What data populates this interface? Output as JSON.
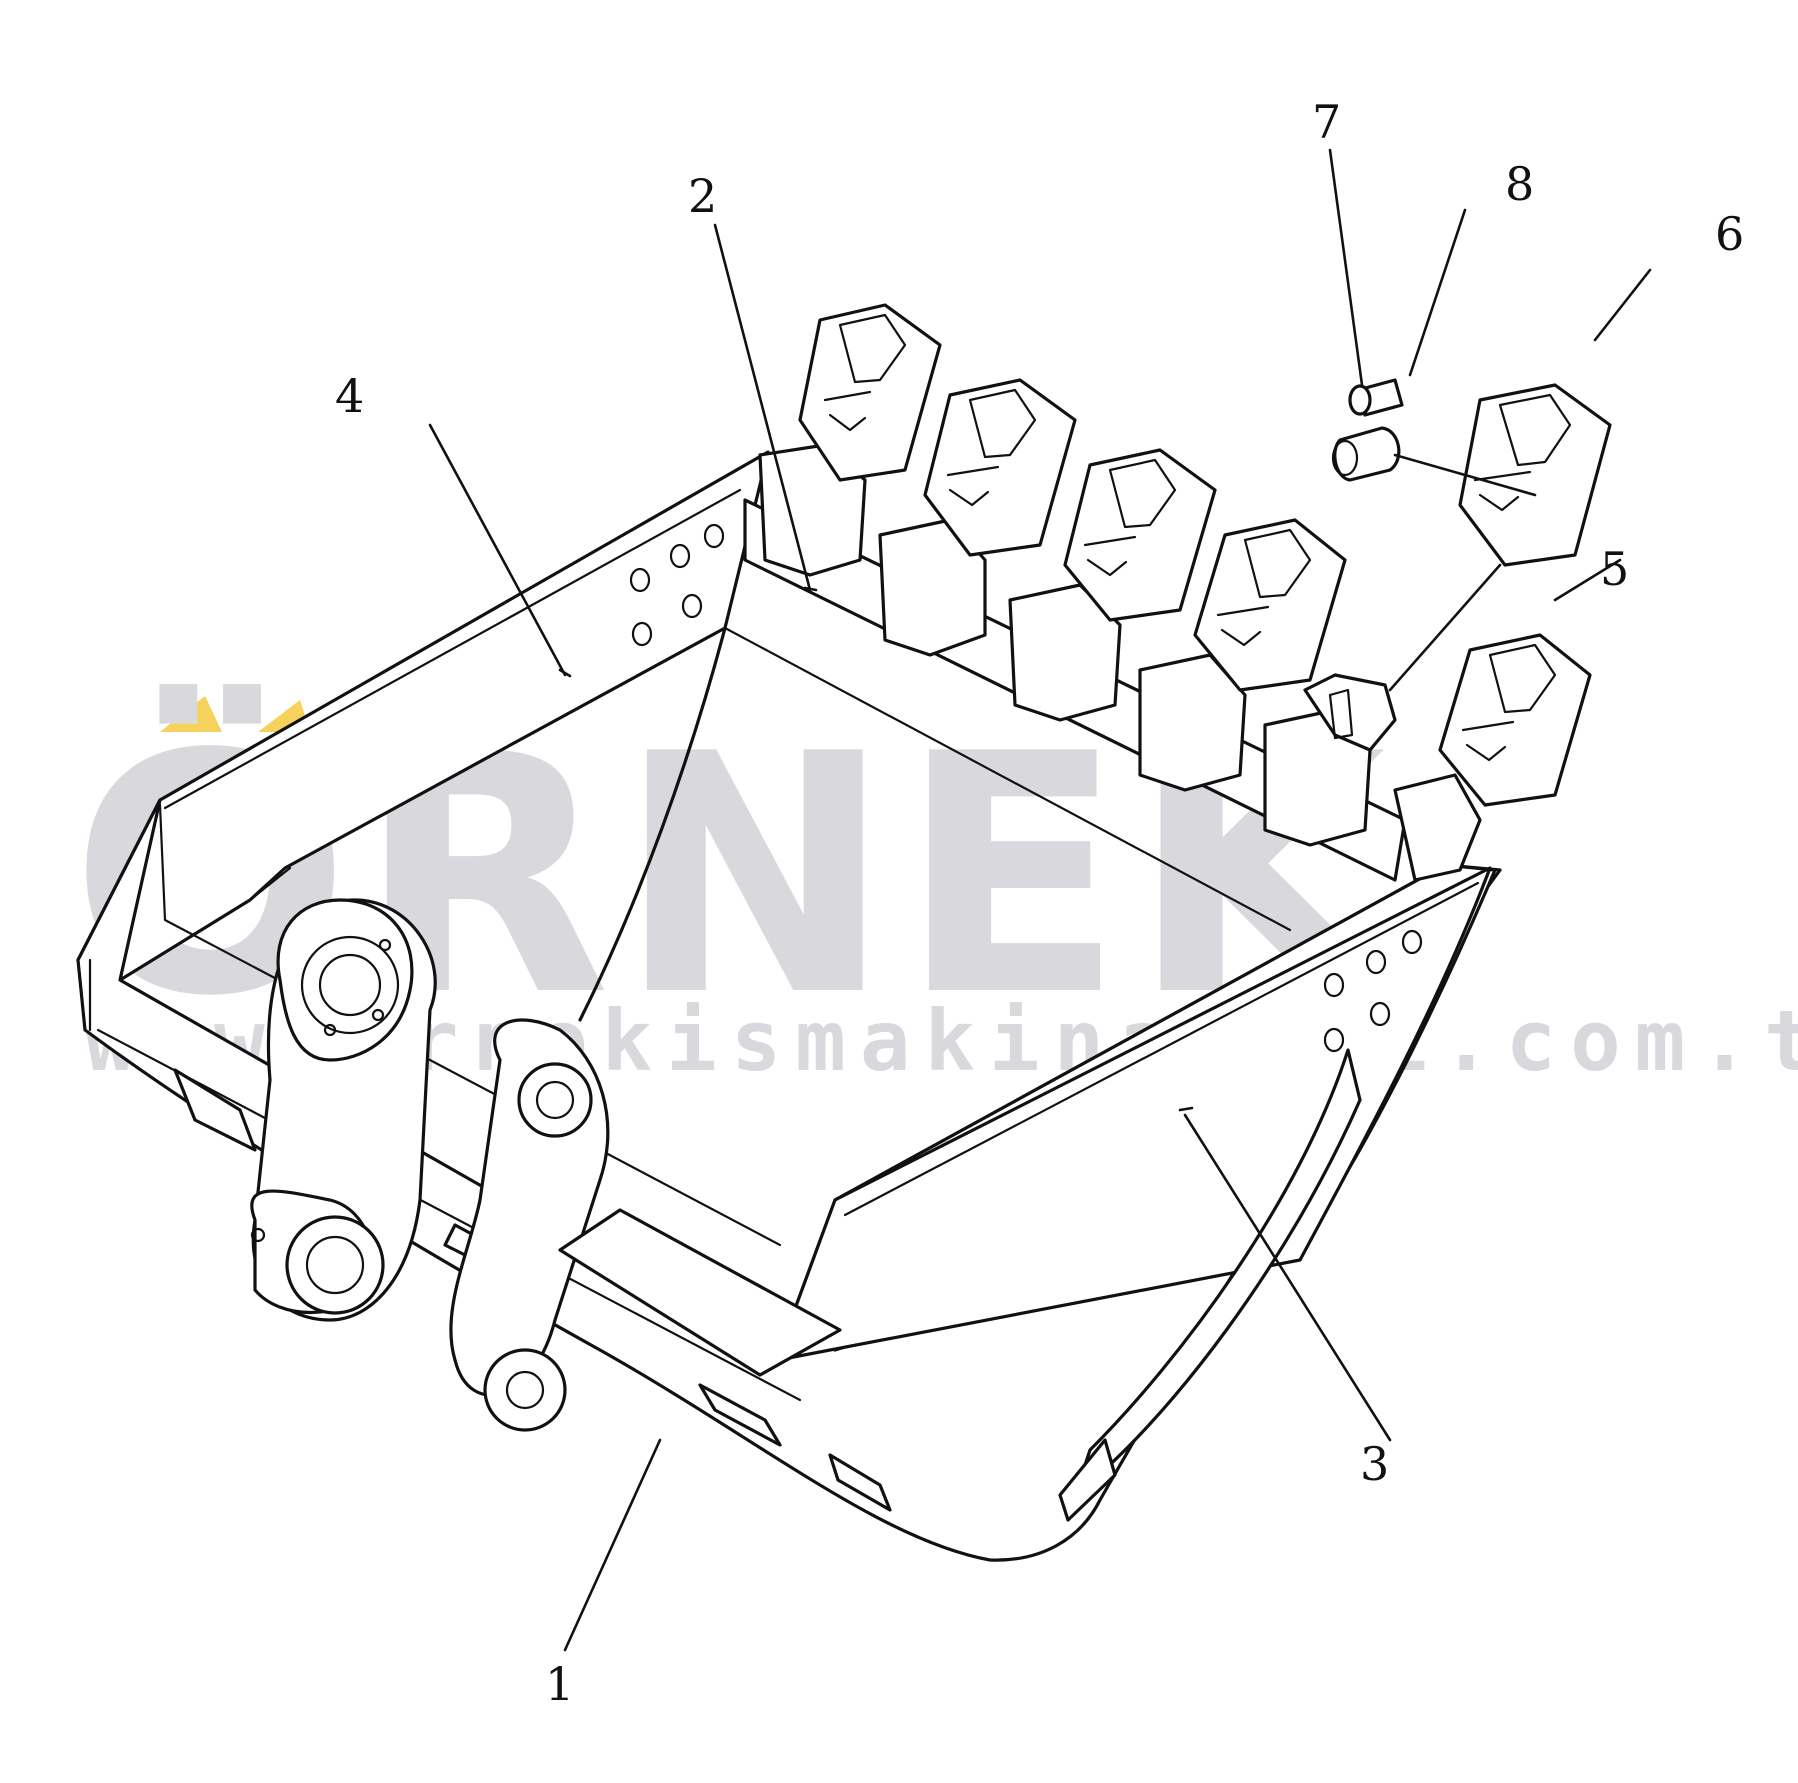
{
  "watermark": {
    "brand": "ÖRNEK",
    "url": "www.ornekismakinalari.com.tr",
    "text_color": "#d9d8dc",
    "accent_color": "#f4d25c"
  },
  "callouts": [
    {
      "id": "1",
      "label": "1"
    },
    {
      "id": "2",
      "label": "2"
    },
    {
      "id": "3",
      "label": "3"
    },
    {
      "id": "4",
      "label": "4"
    },
    {
      "id": "5",
      "label": "5"
    },
    {
      "id": "6",
      "label": "6"
    },
    {
      "id": "7",
      "label": "7"
    },
    {
      "id": "8",
      "label": "8"
    }
  ]
}
